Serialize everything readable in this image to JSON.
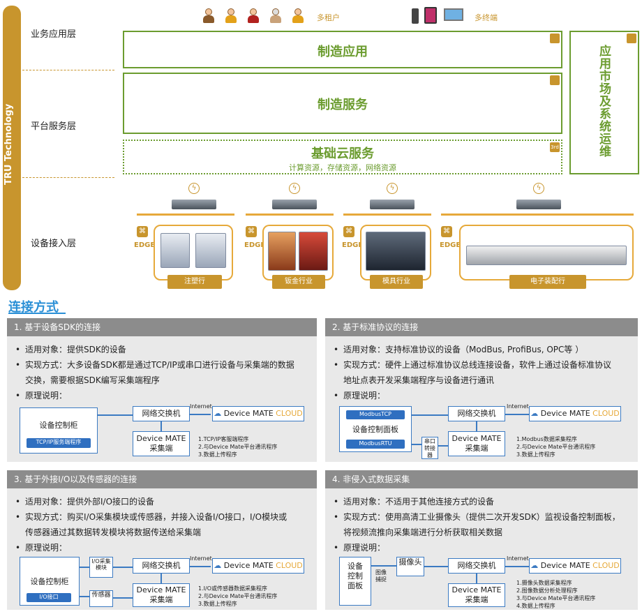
{
  "top": {
    "brand": "TRU Technology",
    "layers": {
      "business": "业务应用层",
      "platform": "平台服务层",
      "device": "设备接入层"
    },
    "multi_tenant": "多租户",
    "multi_terminal": "多终端",
    "mfg_app": "制造应用",
    "mfg_service": "制造服务",
    "cloud_title": "基础云服务",
    "cloud_sub": "计算资源，存储资源，网络资源",
    "market": "应用市场及系统运维",
    "corner_3rd": "3rd",
    "edge": "EDGE",
    "industries": [
      "注塑行",
      "钣金行业",
      "模具行业",
      "电子装配行"
    ]
  },
  "section_title": "连接方式",
  "panels": [
    {
      "head": "1.  基于设备SDK的连接",
      "bullets": [
        "适用对象：提供SDK的设备",
        "实现方式：大多设备SDK都是通过TCP/IP或串口进行设备与采集端的数据",
        "交换，需要根据SDK编写采集端程序",
        "原理说明："
      ],
      "device": "设备控制柜",
      "chip": "TCP/IP服务端程序",
      "switch": "网络交换机",
      "internet": "Internet",
      "cloud_a": "Device MATE",
      "cloud_b": "CLOUD",
      "collector_a": "Device MATE",
      "collector_b": "采集端",
      "notes": [
        "1.TCP/IP客服端程序",
        "2.与Device Mate平台通讯程序",
        "3.数据上传程序"
      ]
    },
    {
      "head": "2.  基于标准协议的连接",
      "bullets": [
        "适用对象：支持标准协议的设备（ModBus, ProfiBus, OPC等 ）",
        "实现方式：硬件上通过标准协议总线连接设备，软件上通过设备标准协议",
        "地址点表开发采集端程序与设备进行通讯",
        "原理说明："
      ],
      "chip1": "ModbusTCP",
      "device": "设备控制面板",
      "chip2": "ModbusRTU",
      "serial": "串口转接器",
      "switch": "网络交换机",
      "internet": "Internet",
      "cloud_a": "Device MATE",
      "cloud_b": "CLOUD",
      "collector_a": "Device MATE",
      "collector_b": "采集端",
      "notes": [
        "1.Modbus数据采集程序",
        "2.与Device Mate平台通讯程序",
        "3.数据上传程序"
      ]
    },
    {
      "head": "3.  基于外接I/O以及传感器的连接",
      "bullets": [
        "适用对象：提供外部I/O接口的设备",
        "实现方式：购买I/O采集模块或传感器，并接入设备I/O接口，I/O模块或",
        "传感器通过其数据转发模块将数据传送给采集端",
        "原理说明："
      ],
      "device": "设备控制柜",
      "chip": "I/O接口",
      "io_module": "I/O采集模块",
      "sensor": "传感器",
      "switch": "网络交换机",
      "internet": "Internet",
      "cloud_a": "Device MATE",
      "cloud_b": "CLOUD",
      "collector_a": "Device MATE",
      "collector_b": "采集端",
      "notes": [
        "1.I/O或传感器数据采集程序",
        "2.与Device Mate平台通讯程序",
        "3.数据上传程序"
      ]
    },
    {
      "head": "4.  非侵入式数据采集",
      "bullets": [
        "适用对象：不适用于其他连接方式的设备",
        "实现方式：使用高清工业摄像头（提供二次开发SDK）监视设备控制面板，",
        "将视频流推向采集端进行分析获取相关数据",
        "原理说明："
      ],
      "device": "设备控制面板",
      "capture": "图像捕捉",
      "camera": "摄像头",
      "switch": "网络交换机",
      "internet": "Internet",
      "cloud_a": "Device MATE",
      "cloud_b": "CLOUD",
      "collector_a": "Device MATE",
      "collector_b": "采集端",
      "notes": [
        "1.摄像头数据采集程序",
        "2.图像数据分析处理程序",
        "3.与Device Mate平台通讯程序",
        "4.数据上传程序"
      ]
    }
  ]
}
